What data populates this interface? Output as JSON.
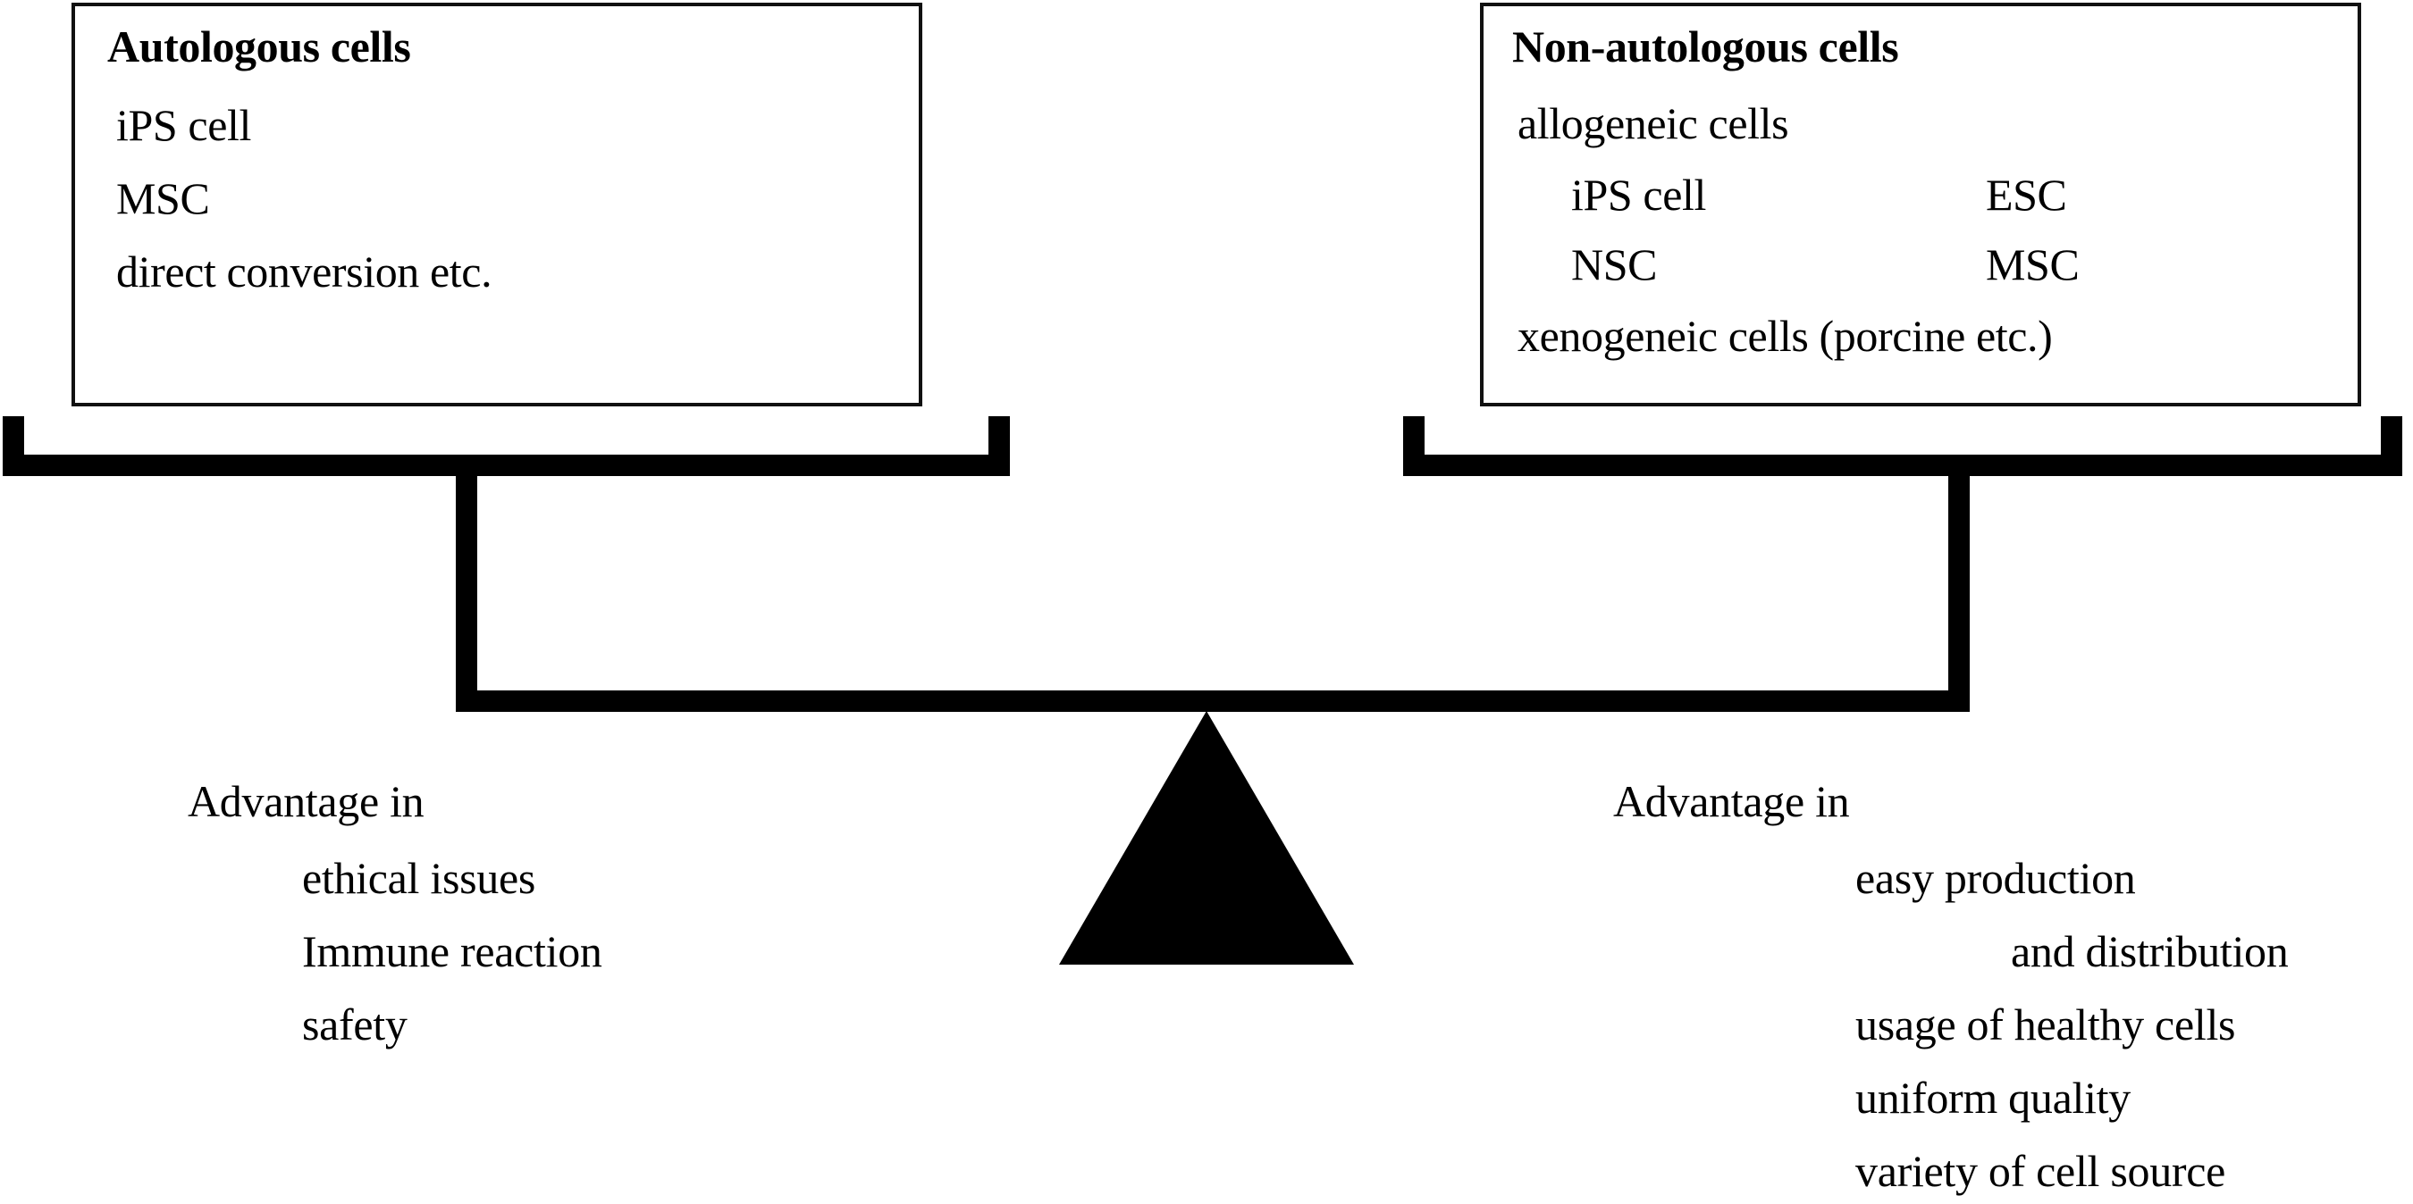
{
  "diagram": {
    "title": "Balance comparing autologous and non-autologous cell sources",
    "type": "balance-scale-comparison",
    "colors": {
      "background": "#ffffff",
      "ink": "#000000",
      "box_border": "#111111"
    }
  },
  "left_pan": {
    "box": {
      "title": "Autologous cells",
      "lines": [
        "iPS cell",
        "MSC",
        "direct conversion etc."
      ]
    },
    "advantages": {
      "heading": "Advantage in",
      "items": [
        "ethical issues",
        "Immune reaction",
        "safety"
      ]
    }
  },
  "right_pan": {
    "box": {
      "title": "Non-autologous cells",
      "group_label": "allogeneic cells",
      "grid": [
        [
          "iPS cell",
          "ESC"
        ],
        [
          "NSC",
          "MSC"
        ]
      ],
      "footer_line": "xenogeneic cells (porcine etc.)"
    },
    "advantages": {
      "heading": "Advantage in",
      "items": [
        "easy production",
        "and distribution",
        "usage of healthy cells",
        "uniform quality",
        "variety of cell source"
      ]
    }
  }
}
